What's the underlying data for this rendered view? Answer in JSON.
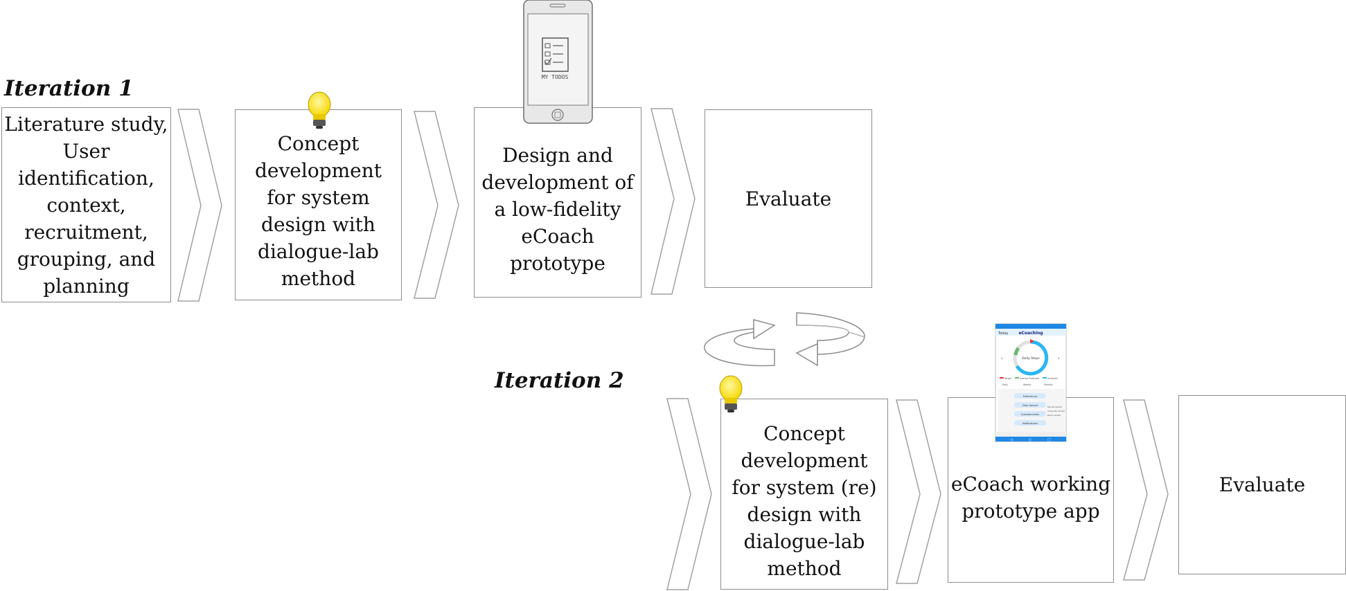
{
  "iterations": {
    "one": {
      "label": "Iteration 1"
    },
    "two": {
      "label": "Iteration 2"
    }
  },
  "iteration_1_steps": [
    {
      "text": "Literature study,\nUser\nidentification,\ncontext,\nrecruitment,\ngrouping, and\nplanning"
    },
    {
      "text": "Concept\ndevelopment\nfor system\ndesign with\ndialogue-lab\nmethod"
    },
    {
      "text": "Design and\ndevelopment of\na low-fidelity\neCoach\nprototype"
    },
    {
      "text": "Evaluate"
    }
  ],
  "iteration_2_steps": [
    {
      "text": "Concept\ndevelopment\nfor system (re)\ndesign with\ndialogue-lab\nmethod"
    },
    {
      "text": "eCoach working\nprototype app"
    },
    {
      "text": "Evaluate"
    }
  ],
  "sketch_phone": {
    "todo_label": "MY TODOS"
  },
  "app_screenshot": {
    "title": "eCoaching",
    "dropdown": "Today",
    "gauge_label": "Daily Steps",
    "legend": [
      "Target",
      "Interval Predicted",
      "Achieved"
    ],
    "modes": [
      "Daily",
      "Weekly",
      "Monthly"
    ],
    "menu": [
      "Preferences",
      "Data Upload",
      "Questionnaires",
      "Notifications"
    ],
    "upload_options": [
      "Manual Upload",
      "Automatic Upload",
      "Pause Upload"
    ]
  },
  "colors": {
    "border": "#8c8c8c",
    "chevron": "#a0a0a0",
    "bulb": "#f5d800",
    "app_header": "#1e88e5",
    "gauge": "#29b6f6"
  }
}
